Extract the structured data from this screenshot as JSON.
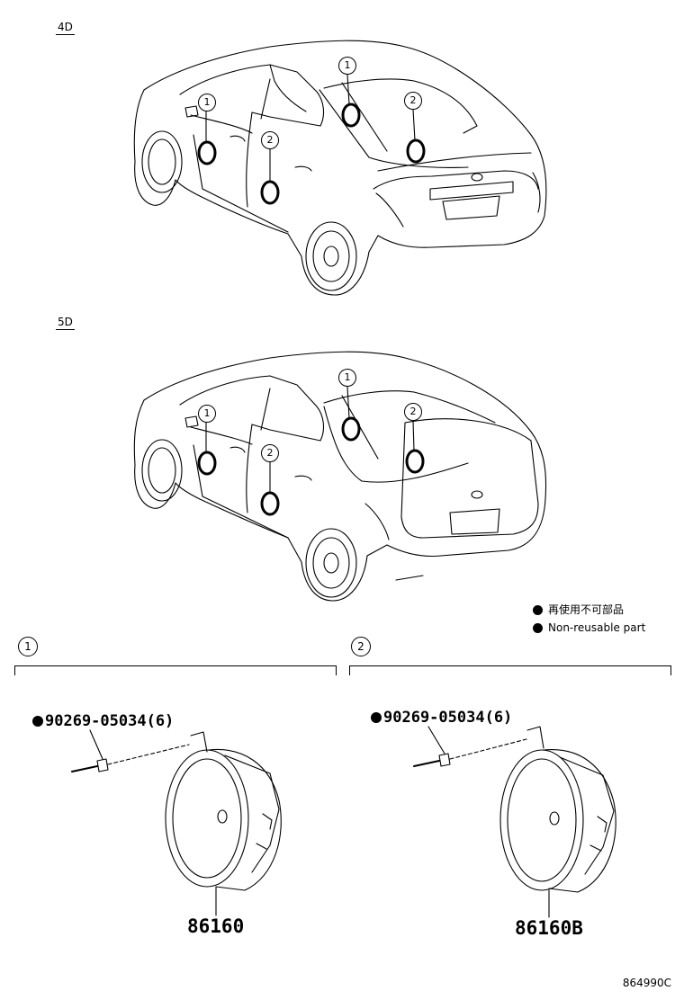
{
  "variants": [
    {
      "label": "4D"
    },
    {
      "label": "5D"
    }
  ],
  "callouts": [
    "1",
    "2"
  ],
  "legend": [
    {
      "text": "再使用不可部品"
    },
    {
      "text": "Non-reusable part"
    }
  ],
  "sections": [
    {
      "number": "1",
      "bolt_part": "90269-05034(6)",
      "assembly_part": "86160"
    },
    {
      "number": "2",
      "bolt_part": "90269-05034(6)",
      "assembly_part": "86160B"
    }
  ],
  "diagram_code": "864990C"
}
